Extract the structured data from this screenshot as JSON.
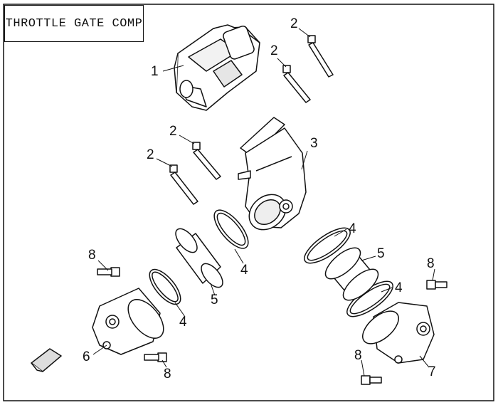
{
  "title": "THROTTLE GATE COMP",
  "callouts": [
    {
      "id": "c1",
      "text": "1"
    },
    {
      "id": "c2a",
      "text": "2"
    },
    {
      "id": "c2b",
      "text": "2"
    },
    {
      "id": "c2c",
      "text": "2"
    },
    {
      "id": "c2d",
      "text": "2"
    },
    {
      "id": "c3",
      "text": "3"
    },
    {
      "id": "c4a",
      "text": "4"
    },
    {
      "id": "c4b",
      "text": "4"
    },
    {
      "id": "c4c",
      "text": "4"
    },
    {
      "id": "c4d",
      "text": "4"
    },
    {
      "id": "c5a",
      "text": "5"
    },
    {
      "id": "c5b",
      "text": "5"
    },
    {
      "id": "c6",
      "text": "6"
    },
    {
      "id": "c7",
      "text": "7"
    },
    {
      "id": "c8a",
      "text": "8"
    },
    {
      "id": "c8b",
      "text": "8"
    },
    {
      "id": "c8c",
      "text": "8"
    },
    {
      "id": "c8d",
      "text": "8"
    }
  ]
}
